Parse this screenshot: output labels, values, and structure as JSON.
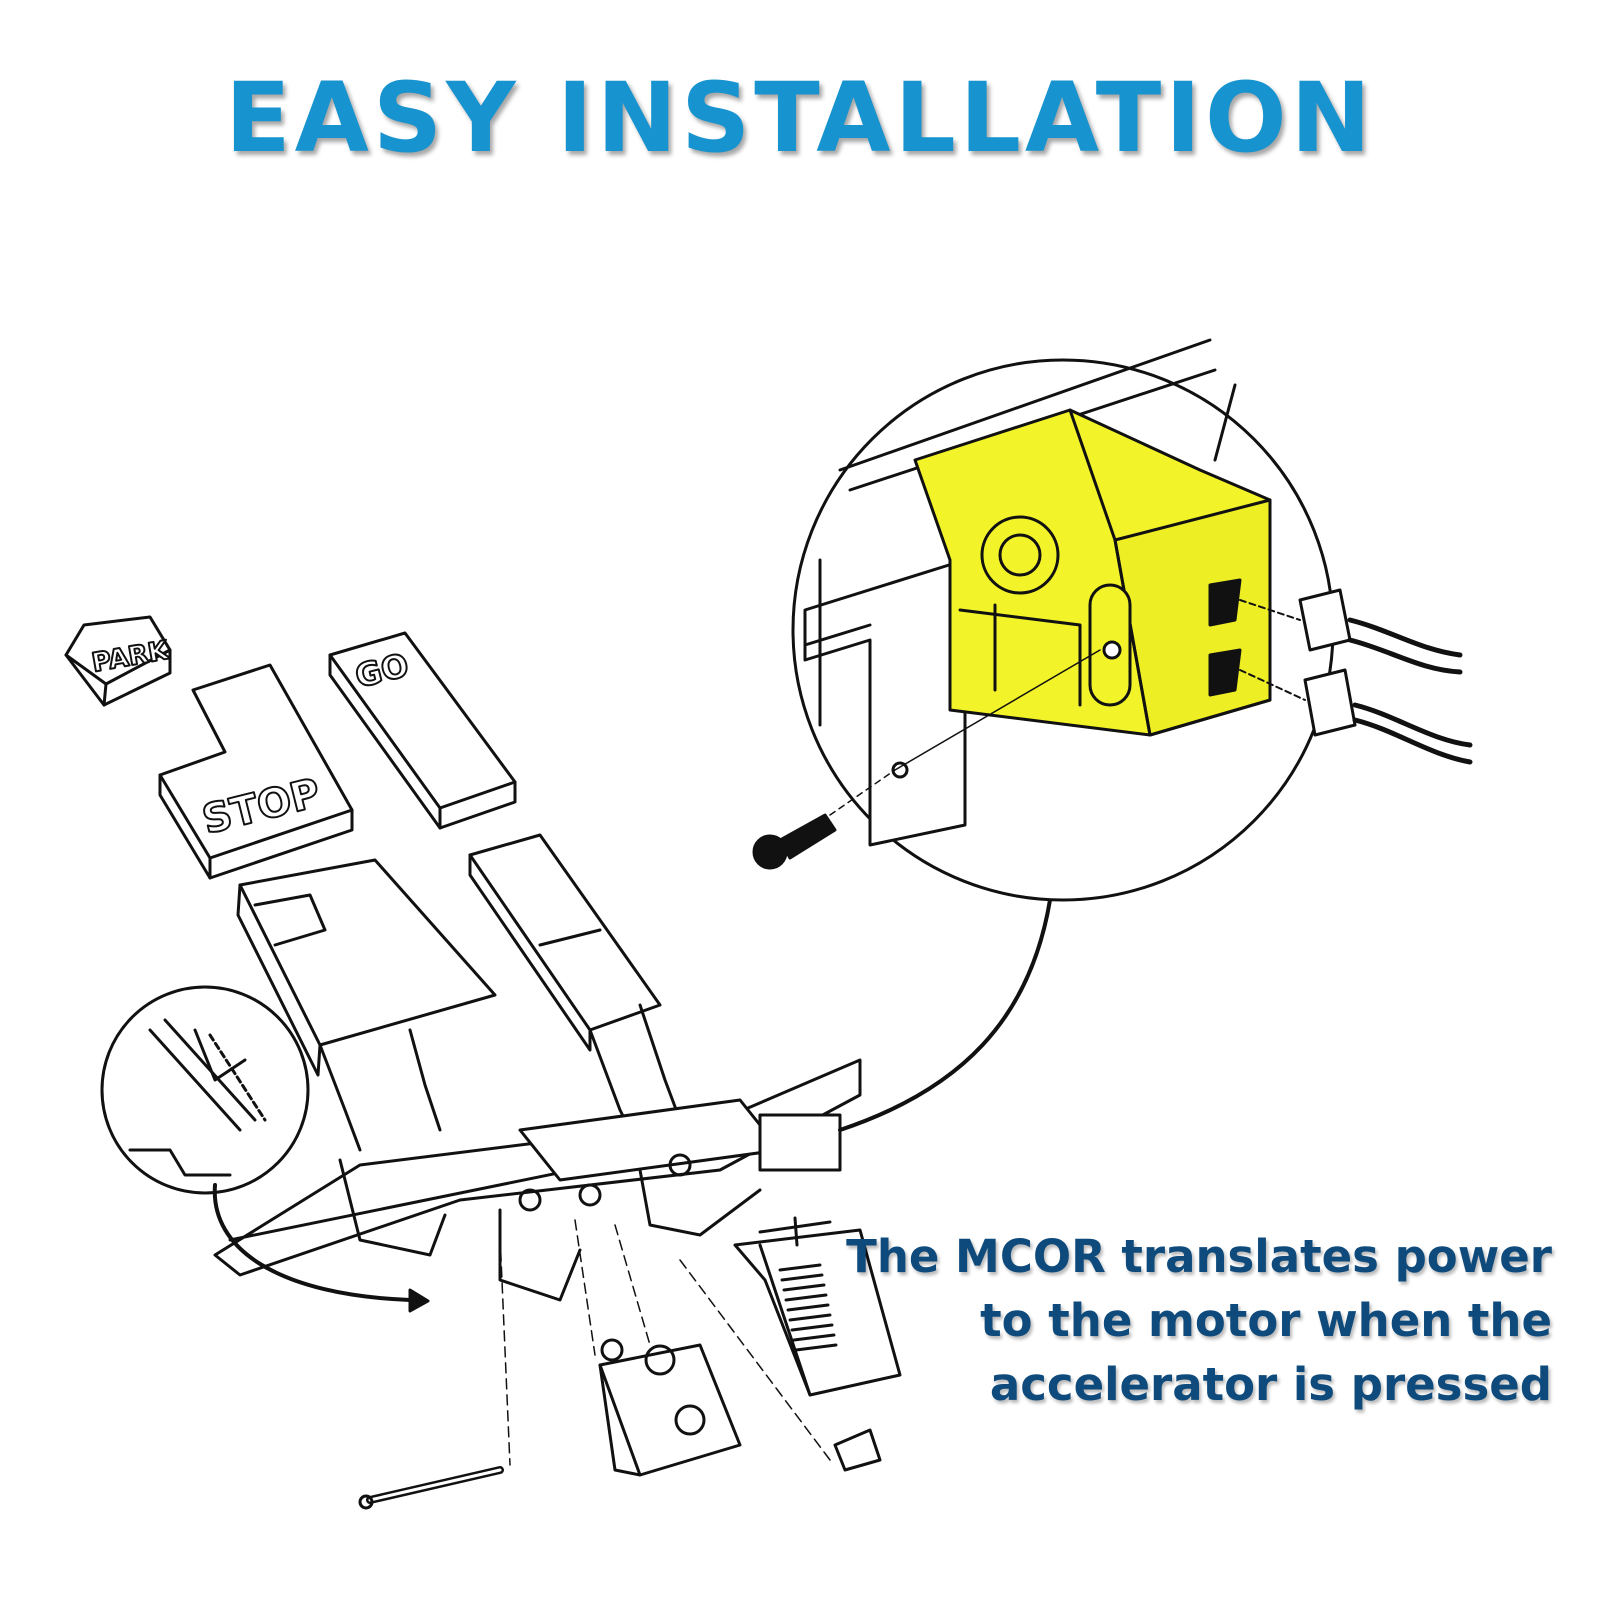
{
  "headline": "EASY INSTALLATION",
  "pedal_labels": {
    "park": "PARK",
    "stop": "STOP",
    "go": "GO"
  },
  "caption": {
    "line1": "The MCOR translates power",
    "line2": "to the motor when the",
    "line3": "accelerator is pressed"
  },
  "colors": {
    "headline": "#1793cf",
    "caption": "#0e4a7b",
    "highlight": "#f3f32a",
    "line": "#111111"
  }
}
